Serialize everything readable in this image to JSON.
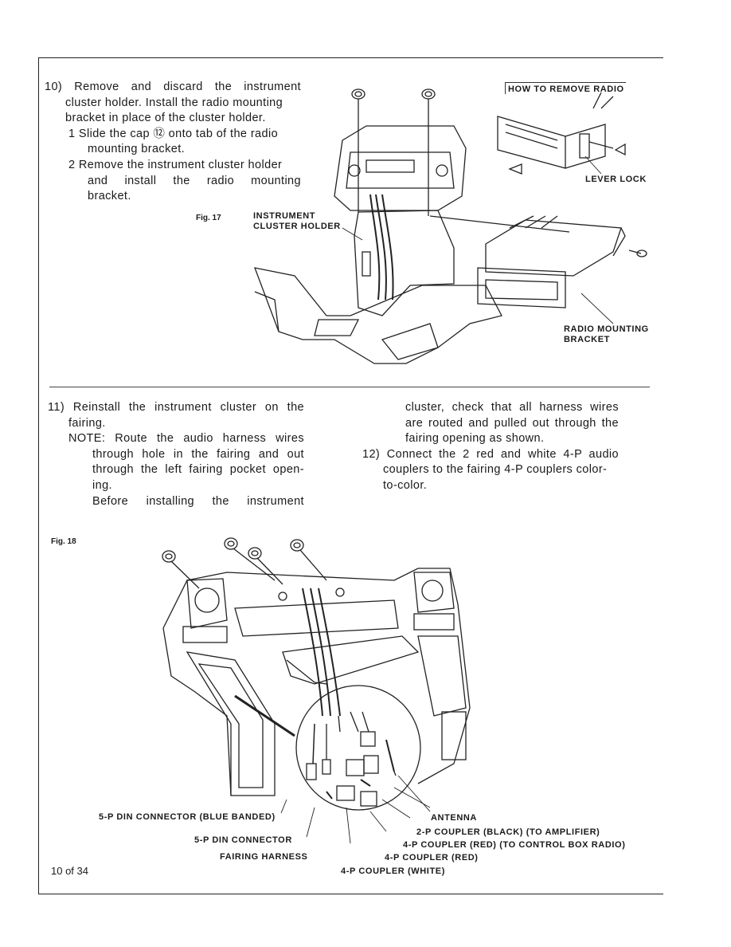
{
  "step10": {
    "line1": "10) Remove and discard the instrument",
    "line2": "cluster holder. Install the radio mounting",
    "line3": "bracket in place of the cluster holder.",
    "sub1a": "1  Slide the cap ⑫ onto tab of the radio",
    "sub1b": "mounting bracket.",
    "sub2a": "2  Remove the instrument cluster holder",
    "sub2b": "and install the radio mounting",
    "sub2c": "bracket."
  },
  "fig17": {
    "label": "Fig. 17",
    "instrument_cluster_holder": [
      "INSTRUMENT",
      "CLUSTER HOLDER"
    ],
    "how_to_remove_radio": "HOW TO REMOVE RADIO",
    "lever_lock": "LEVER LOCK",
    "radio_mounting_bracket": [
      "RADIO MOUNTING",
      "BRACKET"
    ]
  },
  "step11": {
    "line1": "11) Reinstall the instrument cluster on the",
    "line2": "fairing.",
    "note1": "NOTE: Route the audio harness wires",
    "note2": "through hole in the fairing and out",
    "note3": "through the left fairing pocket open-",
    "note4": "ing.",
    "note5": "Before installing the instrument",
    "cont1": "cluster, check that all harness wires",
    "cont2": "are routed and pulled out through the",
    "cont3": "fairing opening as shown."
  },
  "step12": {
    "line1": "12) Connect the 2 red and white 4-P audio",
    "line2": "couplers to the fairing 4-P couplers color-",
    "line3": "to-color."
  },
  "fig18": {
    "label": "Fig. 18",
    "din_blue": "5-P DIN CONNECTOR (BLUE BANDED)",
    "din": "5-P DIN CONNECTOR",
    "fairing_harness": "FAIRING HARNESS",
    "antenna": "ANTENNA",
    "coupler_black": "2-P COUPLER (BLACK) (TO AMPLIFIER)",
    "coupler_red_control": "4-P COUPLER (RED) (TO CONTROL BOX RADIO)",
    "coupler_red": "4-P COUPLER (RED)",
    "coupler_white": "4-P COUPLER (WHITE)"
  },
  "footer": {
    "page": "10 of 34"
  }
}
